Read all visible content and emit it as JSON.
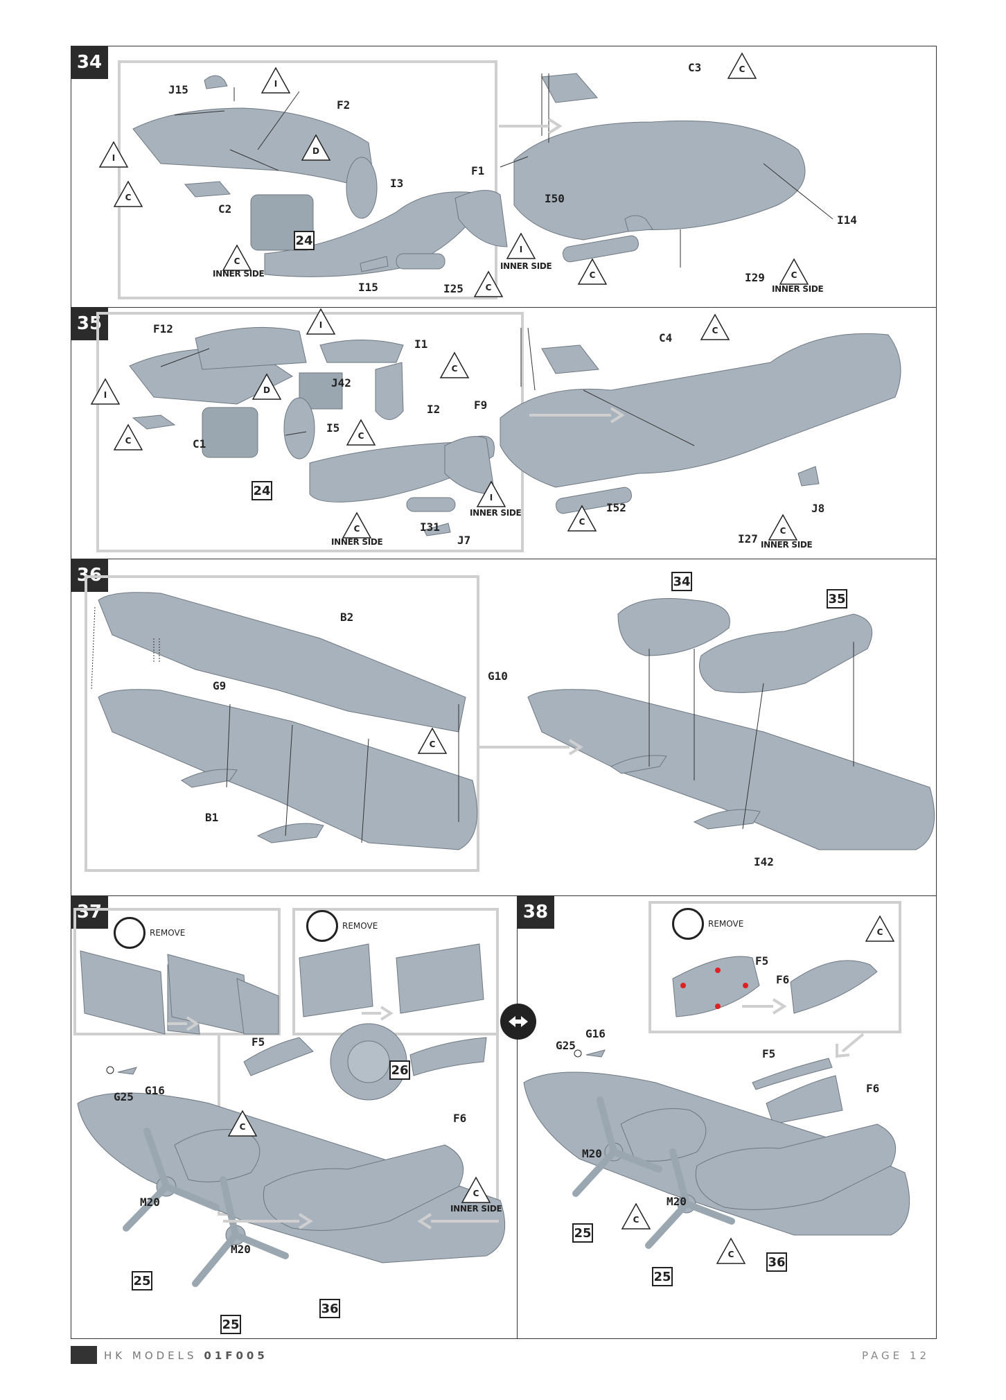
{
  "steps": {
    "s34": "34",
    "s35": "35",
    "s36": "36",
    "s37": "37",
    "s38": "38"
  },
  "step34": {
    "parts": [
      "J15",
      "F2",
      "F1",
      "I3",
      "C2",
      "I15",
      "I25",
      "C3",
      "I50",
      "I14",
      "I29"
    ],
    "refs": [
      "24"
    ],
    "notes": {
      "inner_side": "INNER SIDE"
    },
    "marks": [
      "I",
      "I",
      "C",
      "D",
      "I",
      "C",
      "C",
      "C",
      "C",
      "C"
    ]
  },
  "step35": {
    "parts": [
      "F12",
      "I1",
      "J42",
      "I2",
      "F9",
      "C1",
      "I5",
      "I31",
      "J7",
      "C4",
      "I52",
      "J8",
      "I27"
    ],
    "refs": [
      "24"
    ],
    "notes": {
      "inner_side": "INNER SIDE"
    },
    "marks": [
      "I",
      "I",
      "C",
      "D",
      "C",
      "C",
      "I",
      "C",
      "C",
      "C",
      "C"
    ]
  },
  "step36": {
    "parts": [
      "B2",
      "G9",
      "B1",
      "G10",
      "I42"
    ],
    "refs": [
      "34",
      "35"
    ],
    "marks": [
      "C"
    ]
  },
  "step37": {
    "remove": "REMOVE",
    "parts": [
      "F5",
      "F6",
      "G25",
      "G16",
      "M20",
      "M20"
    ],
    "refs": [
      "26",
      "25",
      "25",
      "36"
    ],
    "notes": {
      "inner_side": "INNER SIDE"
    },
    "marks": [
      "C",
      "C"
    ]
  },
  "step38": {
    "remove": "REMOVE",
    "parts": [
      "F5",
      "F6",
      "G25",
      "G16",
      "F5",
      "F6",
      "M20",
      "M20"
    ],
    "refs": [
      "25",
      "25",
      "36"
    ],
    "marks": [
      "C",
      "C",
      "C"
    ]
  },
  "footer": {
    "brand": "HK MODELS",
    "code": "01F005",
    "page": "PAGE 12"
  },
  "colors": {
    "part": "#a7b2bc",
    "frame": "#333333",
    "subbox": "#cfcfcf",
    "step_bg": "#2b2b2b"
  }
}
